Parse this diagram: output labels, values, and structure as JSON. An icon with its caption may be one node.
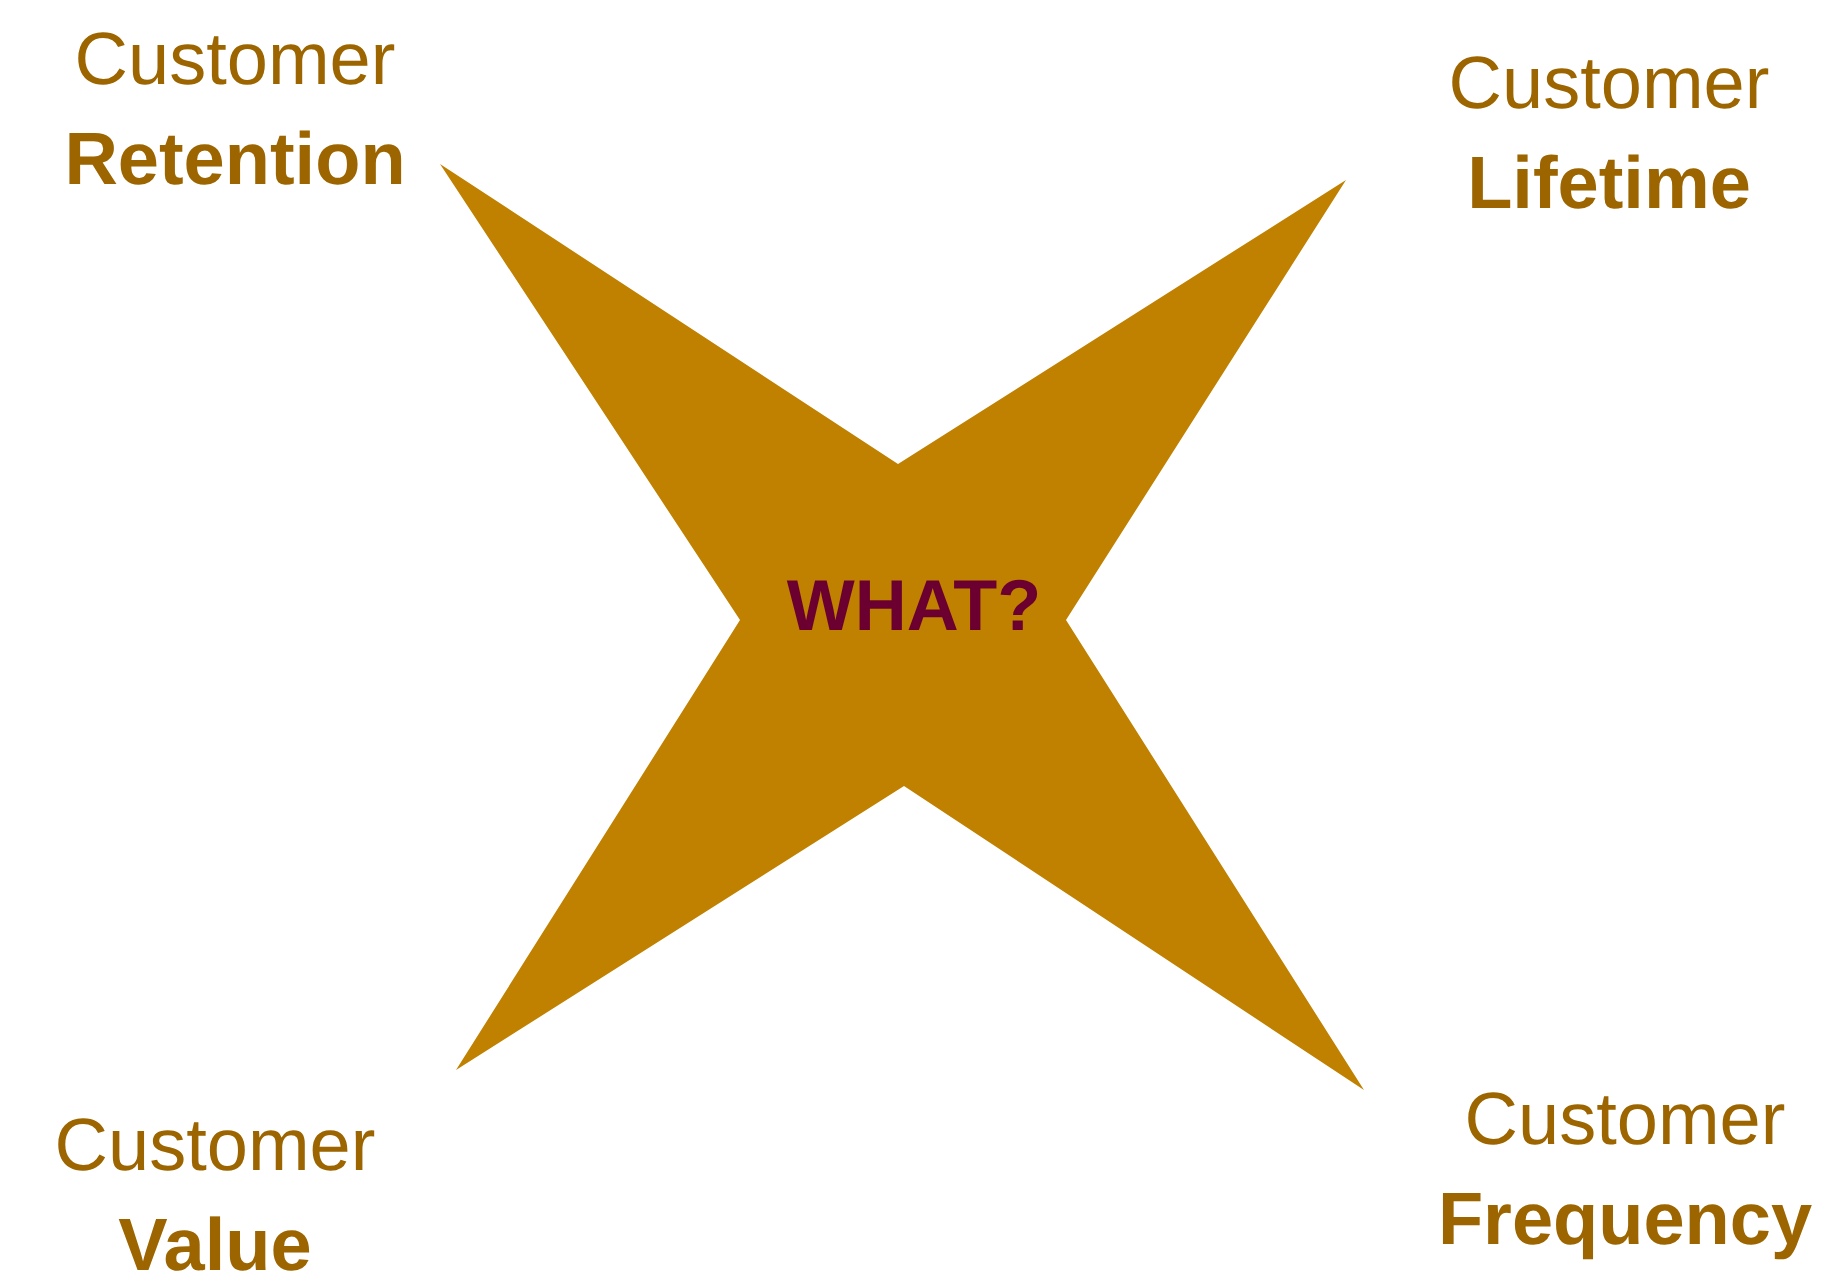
{
  "diagram": {
    "nodes": [
      {
        "text": [
          "WHAT?"
        ]
      }
    ],
    "edges": [],
    "labels": [
      "Customer **Retention**",
      "Customer **Lifetime**",
      "Customer **Value**",
      "Customer **Frequency**"
    ]
  }
}
